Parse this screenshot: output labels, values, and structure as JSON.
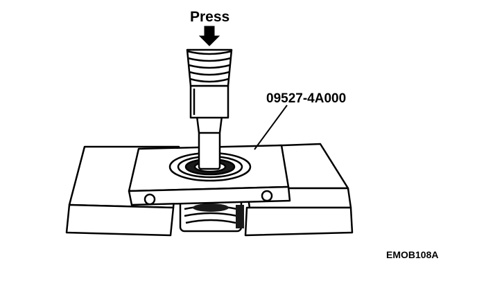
{
  "labels": {
    "press": "Press",
    "tool_number": "09527-4A000",
    "figure_id": "EMOB108A"
  },
  "colors": {
    "line": "#000000",
    "fill": "#ffffff",
    "shade": "#1a1a1a"
  },
  "icons": {
    "press_arrow": "arrow-down-icon"
  }
}
